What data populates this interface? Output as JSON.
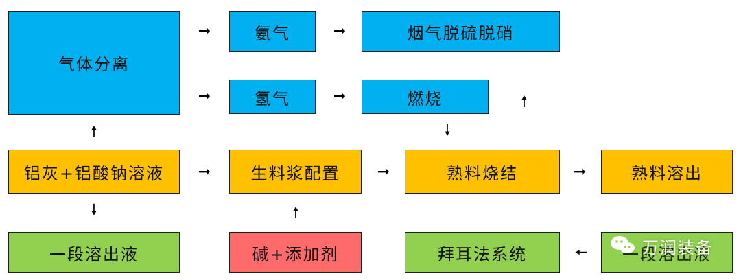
{
  "colors": {
    "blue": "#00B0F0",
    "orange": "#FFC000",
    "green": "#92D050",
    "red": "#FF6A6A",
    "border": "#1f1f1f"
  },
  "nodes": {
    "gas_separation": {
      "label": "气体分离",
      "color": "blue"
    },
    "ammonia": {
      "label": "氨气",
      "color": "blue"
    },
    "flue_gas": {
      "label": "烟气脱硫脱硝",
      "color": "blue"
    },
    "hydrogen": {
      "label": "氢气",
      "color": "blue"
    },
    "combustion": {
      "label": "燃烧",
      "color": "blue"
    },
    "al_ash": {
      "label": "铝灰+铝酸钠溶液",
      "color": "orange"
    },
    "raw_slurry": {
      "label": "生料浆配置",
      "color": "orange"
    },
    "clinker_sinter": {
      "label": "熟料烧结",
      "color": "orange"
    },
    "clinker_leach": {
      "label": "熟料溶出",
      "color": "orange"
    },
    "stage1_leachate": {
      "label": "一段溶出液",
      "color": "green"
    },
    "alkali_additive": {
      "label": "碱+添加剂",
      "color": "red"
    },
    "bayer": {
      "label": "拜耳法系统",
      "color": "green"
    },
    "stage1_leachate_2": {
      "label": "一段溶出液",
      "color": "green"
    }
  },
  "arrows": {
    "right": "➞",
    "left": "🠔",
    "up": "🠕",
    "down": "🠗"
  },
  "watermark": {
    "text": "万润装备",
    "icon": "wechat-icon"
  }
}
